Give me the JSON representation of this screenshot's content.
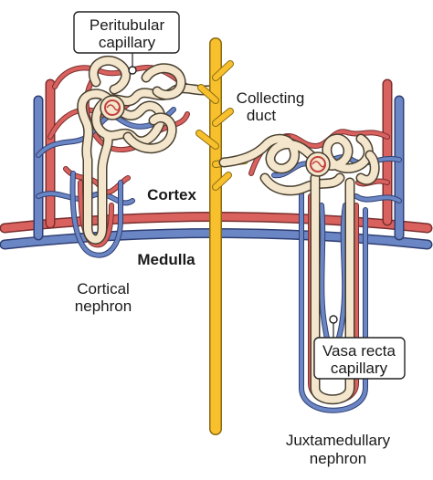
{
  "labels": {
    "peritubular_capillary": [
      "Peritubular",
      "capillary"
    ],
    "collecting_duct": [
      "Collecting",
      "duct"
    ],
    "cortex": "Cortex",
    "medulla": "Medulla",
    "cortical_nephron": [
      "Cortical",
      "nephron"
    ],
    "vasa_recta_capillary": [
      "Vasa recta",
      "capillary"
    ],
    "juxtamedullary_nephron": [
      "Juxtamedullary",
      "nephron"
    ]
  },
  "colors": {
    "artery_red": "#d9625f",
    "vein_blue": "#6b86c4",
    "tubule_cream": "#f3e6cc",
    "collecting_duct_yellow": "#f7c02c"
  }
}
